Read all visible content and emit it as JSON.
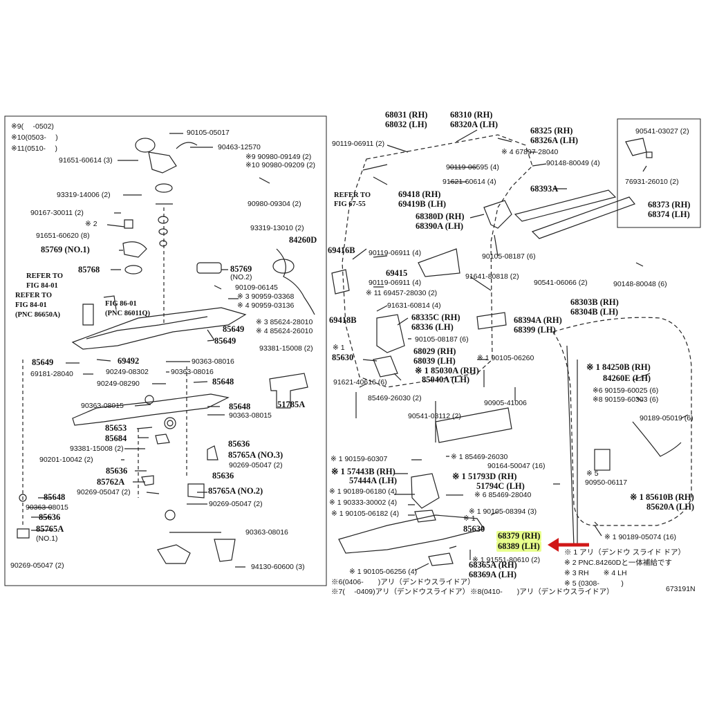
{
  "diagram": {
    "figure_id": "673191N",
    "left_panel_notes": [
      "※9(　 -0502)",
      "※10(0503-　 )",
      "※11(0510-　 )"
    ],
    "inset_labels": [
      "90541-03027 (2)",
      "76931-26010 (2)"
    ],
    "legend": [
      "※ 1 アリ（デンドウ スライド ドア）",
      "※ 2 PNC.84260Dと一体補給です",
      "※ 3 RH　　※ 4 LH",
      "※ 5 (0308-　　　)"
    ],
    "footnotes": [
      "※6(0406-　　)アリ（デンドウスライドア）",
      "※7(　 -0409)アリ（デンドウスライドア）",
      "※8(0410-　　)アリ（デンドウスライドア）"
    ],
    "highlighted_parts": [
      "68379 (RH)",
      "68389 (LH)"
    ],
    "labels_left": [
      "90105-05017",
      "90463-12570",
      "91651-60614 (3)",
      "※9 90980-09149 (2)",
      "※10 90980-09209 (2)",
      "93319-14006 (2)",
      "90980-09304 (2)",
      "90167-30011 (2)",
      "※ 2",
      "93319-13010 (2)",
      "91651-60620 (8)",
      "84260D",
      "85769 (NO.1)",
      "85768",
      "85769",
      "(NO.2)",
      "REFER TO",
      "FIG 84-01",
      "REFER TO",
      "FIG 84-01",
      "(PNC 86650A)",
      "FIG 86-01",
      "(PNC 86011Q)",
      "90109-06145",
      "※ 3 90959-03368",
      "※ 4 90959-03136",
      "※ 3 85624-28010",
      "※ 4 85624-26010",
      "85649",
      "85649",
      "93381-15008 (2)",
      "85649",
      "69492",
      "90363-08016",
      "69181-28040",
      "90249-08302",
      "90363-08016",
      "90249-08290",
      "85648",
      "90363-08015",
      "85648",
      "90363-08015",
      "51785A",
      "85653",
      "85684",
      "85636",
      "93381-15008 (2)",
      "85765A (NO.3)",
      "90201-10042 (2)",
      "90269-05047 (2)",
      "85636",
      "85636",
      "85762A",
      "90269-05047 (2)",
      "85765A (NO.2)",
      "85648",
      "90269-05047 (2)",
      "90363-08015",
      "85636",
      "85765A",
      "(NO.1)",
      "90363-08016",
      "90269-05047 (2)",
      "94130-60600 (3)"
    ],
    "labels_right": [
      "68031 (RH)",
      "68032 (LH)",
      "68310 (RH)",
      "68320A (LH)",
      "68325 (RH)",
      "68326A (LH)",
      "90119-06911 (2)",
      "※ 4 67897-28040",
      "90119-06595 (4)",
      "90148-80049 (4)",
      "REFER TO",
      "FIG 67-55",
      "69418 (RH)",
      "69419B (LH)",
      "91621-60614 (4)",
      "68393A",
      "68373 (RH)",
      "68374 (LH)",
      "68380D (RH)",
      "68390A (LH)",
      "69416B",
      "90119-06911 (4)",
      "90105-08187 (6)",
      "69415",
      "90119-06911 (4)",
      "91641-80818 (2)",
      "90541-06066 (2)",
      "90148-80048 (6)",
      "※ 11 69457-28030 (2)",
      "68303B (RH)",
      "68304B (LH)",
      "91631-60814 (4)",
      "69418B",
      "68335C (RH)",
      "68336 (LH)",
      "68394A (RH)",
      "68399 (LH)",
      "90105-08187 (6)",
      "※ 1",
      "85630",
      "68029 (RH)",
      "68039 (LH)",
      "※ 1 90105-06260",
      "※ 1 85030A (RH)",
      "85040A (LH)",
      "91621-40616 (6)",
      "※ 1 84250B (RH)",
      "84260E (LH)",
      "※6 90159-60025 (6)",
      "※8 90159-60303 (6)",
      "85469-26030 (2)",
      "90905-41006",
      "90541-03112 (2)",
      "90189-05019 (6)",
      "※ 1 90159-60307",
      "※ 1 85469-26030",
      "※ 1 57443B (RH)",
      "57444A (LH)",
      "※ 1 51793D (RH)",
      "51794C (LH)",
      "90164-50047 (16)",
      "※ 1 90189-06180 (4)",
      "※ 6 85469-28040",
      "90950-06117",
      "※ 1 90333-30002 (4)",
      "※ 5",
      "※ 1 85610B (RH)",
      "85620A (LH)",
      "※ 1 90105-06182 (4)",
      "※ 1 90105-08394 (3)",
      "※ 1",
      "85630",
      "※ 1 90189-05074 (16)",
      "※ 1 91551-80610 (2)",
      "※ 1 90105-06256 (4)",
      "68365A (RH)",
      "68369A (LH)"
    ]
  }
}
